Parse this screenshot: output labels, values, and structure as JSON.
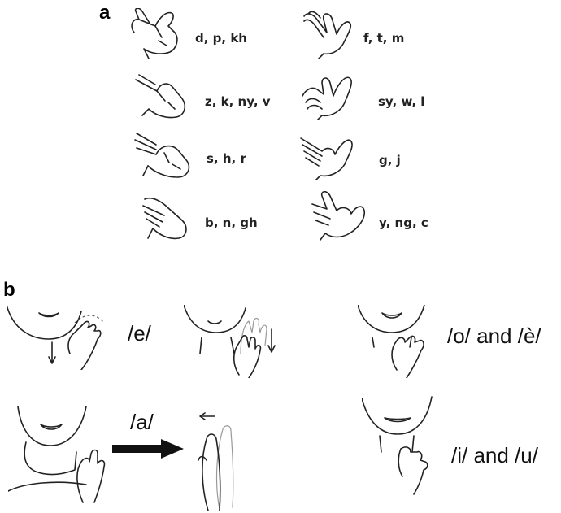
{
  "panel_a": {
    "label": "a",
    "handshapes": [
      {
        "text": "d, p, kh"
      },
      {
        "text": "f, t, m"
      },
      {
        "text": "z, k, ny, v"
      },
      {
        "text": "sy, w, l"
      },
      {
        "text": "s, h, r"
      },
      {
        "text": "g, j"
      },
      {
        "text": "b, n, gh"
      },
      {
        "text": "y, ng, c"
      }
    ]
  },
  "panel_b": {
    "label": "b",
    "vowels": [
      {
        "text": "/e/"
      },
      {
        "text": "/o/ and /è/"
      },
      {
        "text": "/a/"
      },
      {
        "text": "/i/ and /u/"
      }
    ]
  }
}
